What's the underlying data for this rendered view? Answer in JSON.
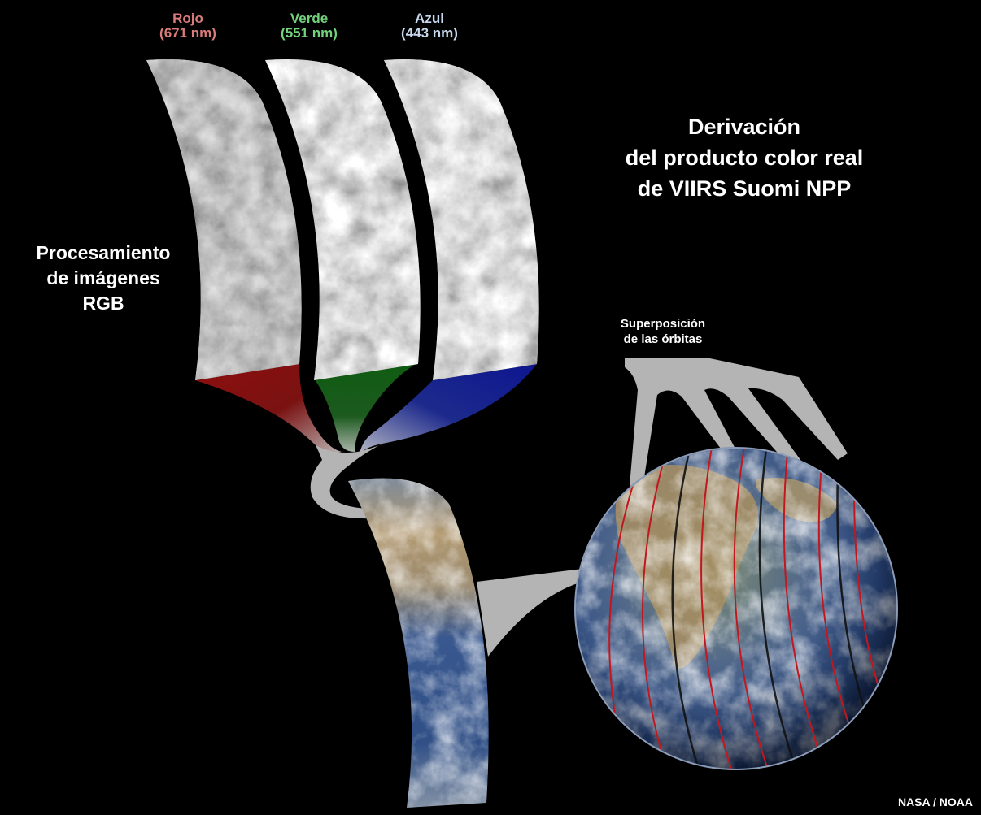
{
  "bands": [
    {
      "name": "Rojo",
      "wavelength": "(671 nm)",
      "color": "#d97b7b"
    },
    {
      "name": "Verde",
      "wavelength": "(551 nm)",
      "color": "#72d27c"
    },
    {
      "name": "Azul",
      "wavelength": "(443 nm)",
      "color": "#c7d8ee"
    }
  ],
  "title": {
    "line1": "Derivación",
    "line2": "del producto color real",
    "line3": "de VIIRS Suomi NPP"
  },
  "rgb_label": {
    "line1": "Procesamiento",
    "line2": "de imágenes",
    "line3": "RGB"
  },
  "overlap_label": {
    "line1": "Superposición",
    "line2": "de las órbitas"
  },
  "credit": "NASA / NOAA",
  "colors": {
    "background": "#000000",
    "red_funnel": "#8b1010",
    "green_funnel": "#0f5a12",
    "blue_funnel": "#10188e",
    "connector": "#b4b4b4",
    "orbit_line": "#c0181e"
  }
}
